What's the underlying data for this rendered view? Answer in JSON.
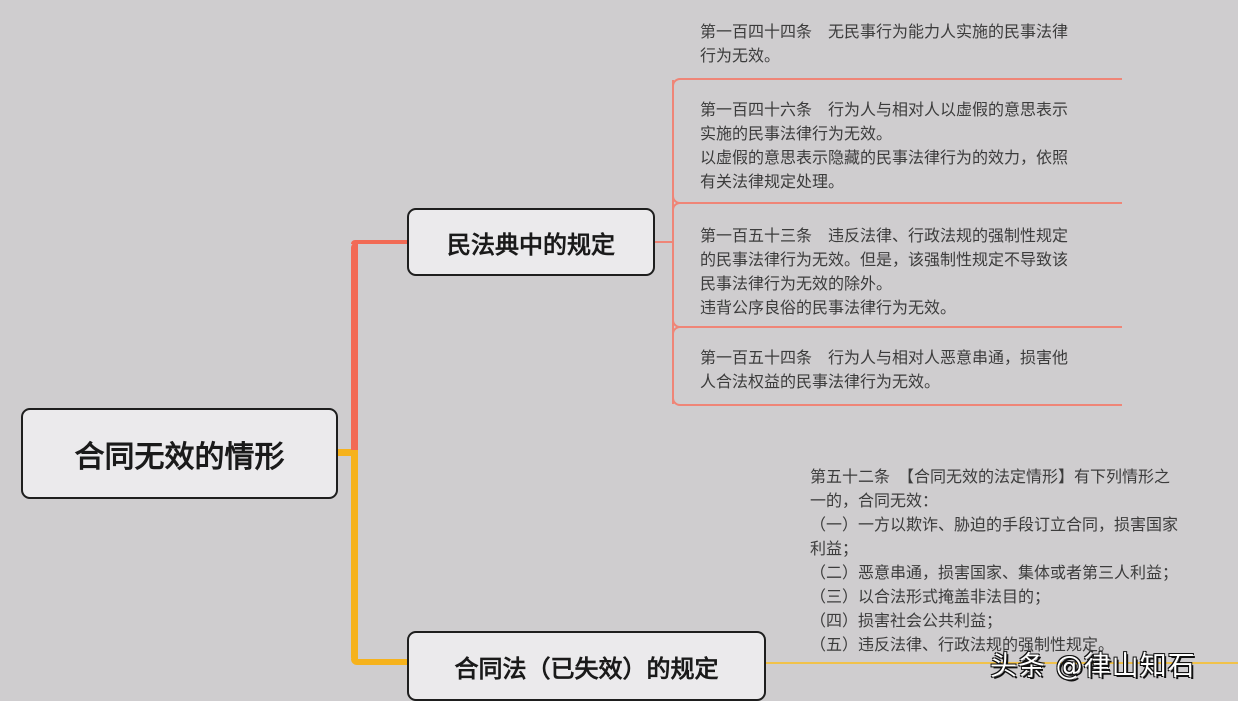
{
  "root": {
    "label": "合同无效的情形"
  },
  "branches": [
    {
      "label": "民法典中的规定",
      "color": "#f26a55",
      "leaves": [
        {
          "text": "第一百四十四条　无民事行为能力人实施的民事法律\n行为无效。"
        },
        {
          "text": "第一百四十六条　行为人与相对人以虚假的意思表示\n实施的民事法律行为无效。\n以虚假的意思表示隐藏的民事法律行为的效力，依照\n有关法律规定处理。"
        },
        {
          "text": "第一百五十三条　违反法律、行政法规的强制性规定\n的民事法律行为无效。但是，该强制性规定不导致该\n民事法律行为无效的除外。\n违背公序良俗的民事法律行为无效。"
        },
        {
          "text": "第一百五十四条　行为人与相对人恶意串通，损害他\n人合法权益的民事法律行为无效。"
        }
      ]
    },
    {
      "label": "合同法（已失效）的规定",
      "color": "#f6b21c",
      "leaves": [
        {
          "text": "第五十二条　【合同无效的法定情形】有下列情形之\n一的，合同无效：\n（一）一方以欺诈、胁迫的手段订立合同，损害国家\n利益；\n（二）恶意串通，损害国家、集体或者第三人利益；\n（三）以合法形式掩盖非法目的；\n（四）损害社会公共利益；\n（五）违反法律、行政法规的强制性规定。"
        }
      ]
    }
  ],
  "watermark": "头条 @律山知石"
}
